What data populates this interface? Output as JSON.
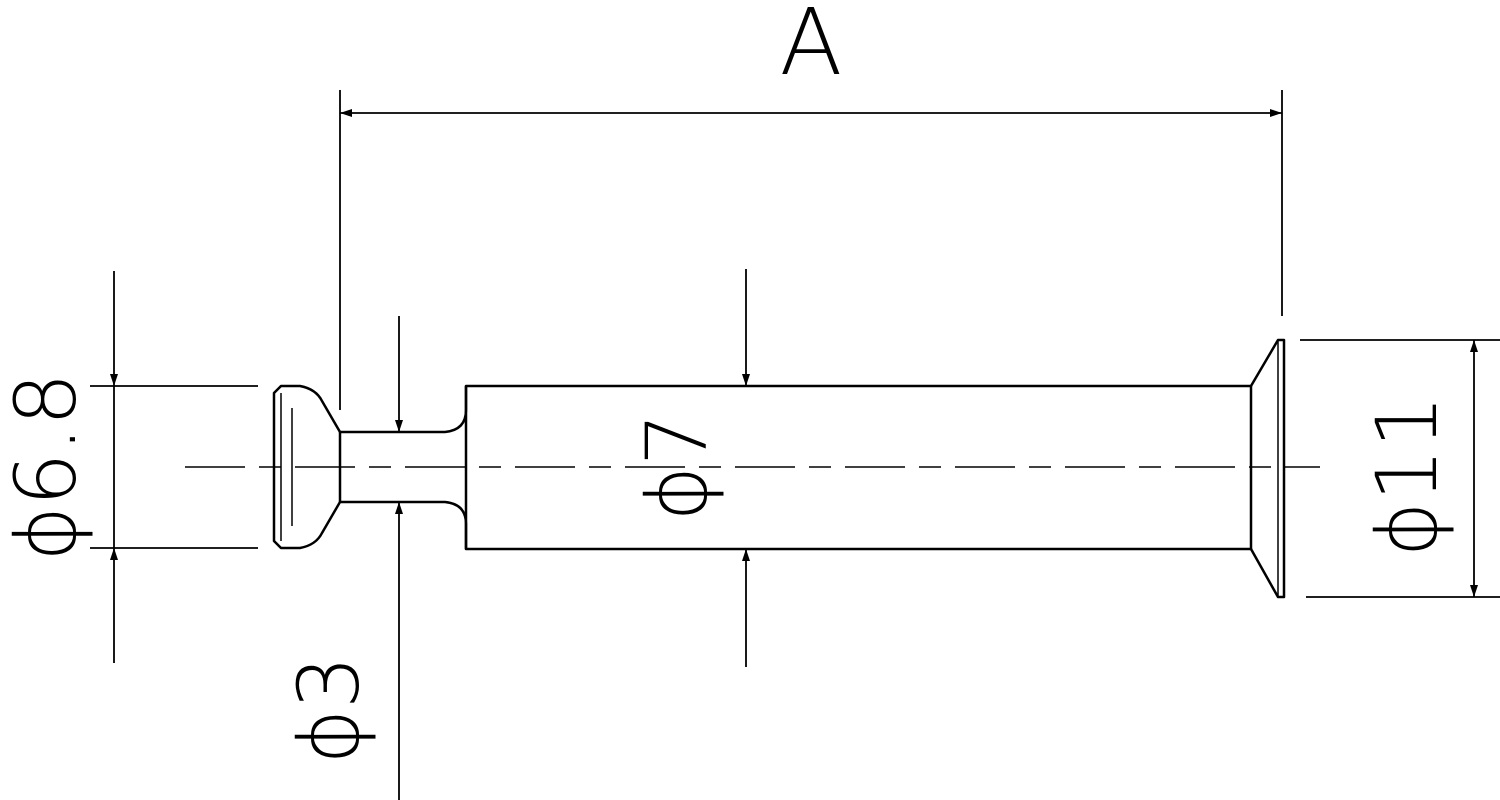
{
  "drawing": {
    "dimension_A": "A",
    "diameter_head": "ϕ6.8",
    "diameter_neck": "ϕ3",
    "diameter_body": "ϕ7",
    "diameter_flange": "ϕ11"
  },
  "colors": {
    "line": "#000000",
    "background": "#ffffff"
  }
}
